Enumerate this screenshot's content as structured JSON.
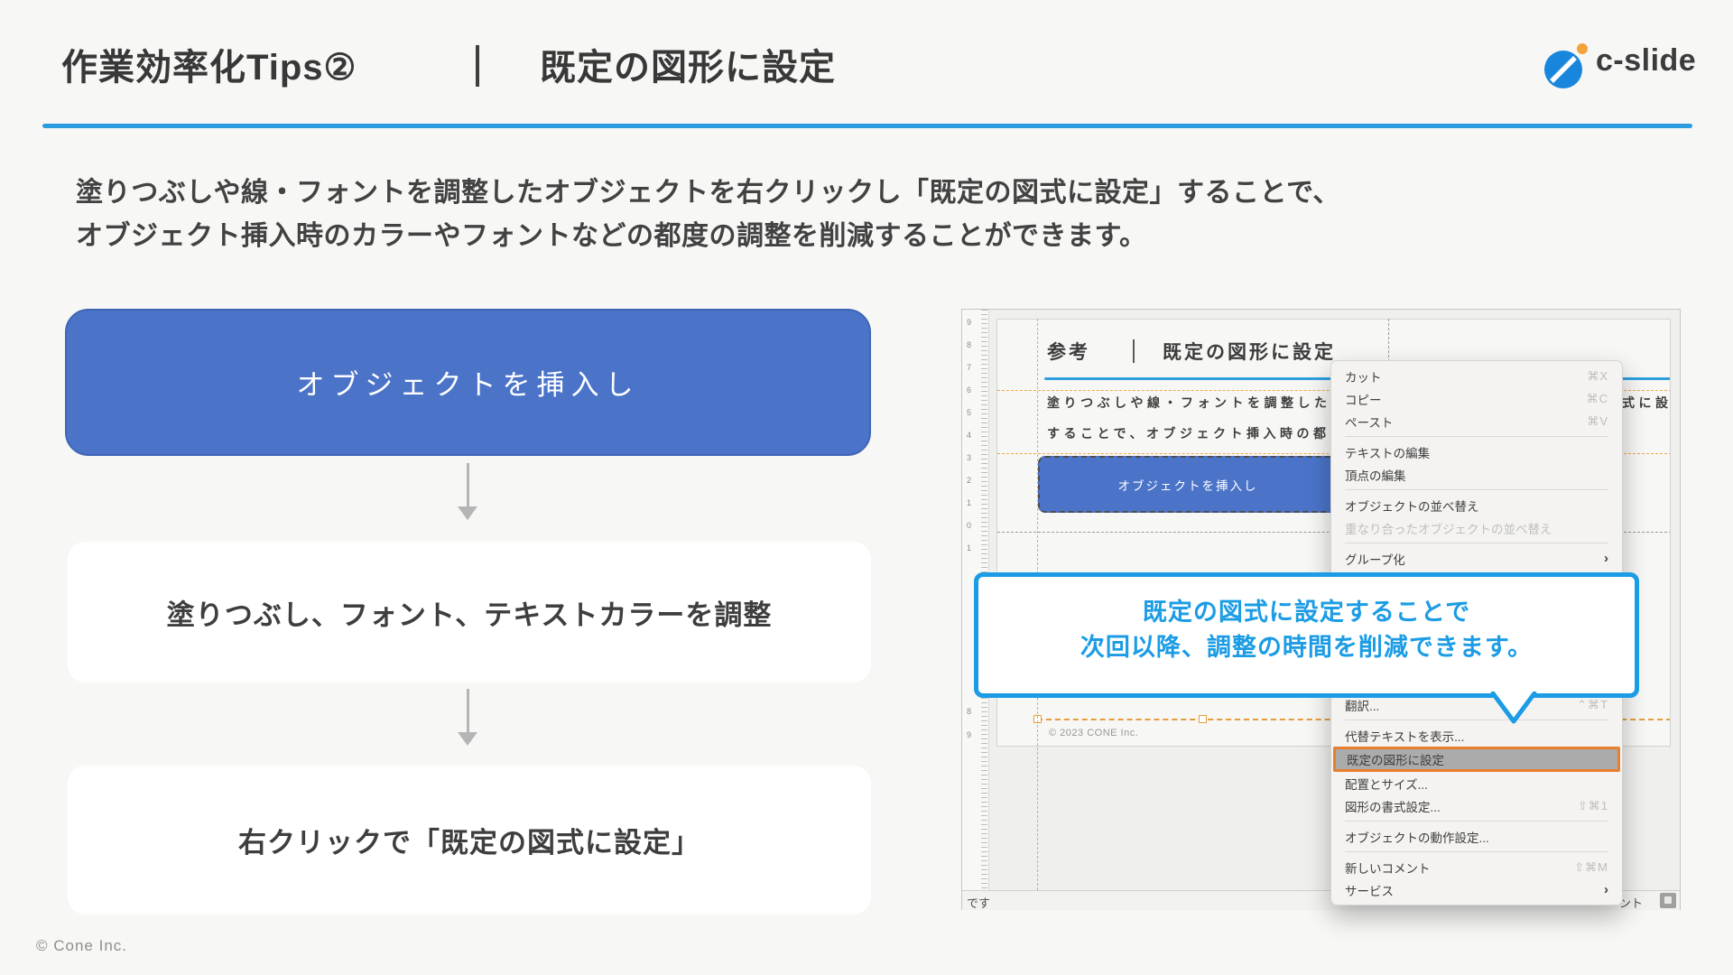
{
  "colors": {
    "accent_blue": "#2b9ce0",
    "flow_blue": "#4b74c9",
    "callout_blue": "#1b9ce4",
    "highlight_orange": "#e87f2e",
    "guide_orange": "#f0a848"
  },
  "header": {
    "title_left": "作業効率化Tips②",
    "title_right": "既定の図形に設定",
    "logo_text": "c-slide"
  },
  "intro": {
    "line1": "塗りつぶしや線・フォントを調整したオブジェクトを右クリックし「既定の図式に設定」することで、",
    "line2": "オブジェクト挿入時のカラーやフォントなどの都度の調整を削減することができます。"
  },
  "flow": {
    "step1": "オブジェクトを挿入し",
    "step2": "塗りつぶし、フォント、テキストカラーを調整",
    "step3": "右クリックで「既定の図式に設定」"
  },
  "screenshot": {
    "ruler": [
      {
        "label": "9"
      },
      {
        "label": "8"
      },
      {
        "label": "7"
      },
      {
        "label": "6"
      },
      {
        "label": "5"
      },
      {
        "label": "4"
      },
      {
        "label": "3"
      },
      {
        "label": "2"
      },
      {
        "label": "1"
      },
      {
        "label": "0"
      },
      {
        "label": "1"
      },
      {
        "label": "8"
      },
      {
        "label": "9"
      }
    ],
    "mini_slide": {
      "title_left": "参考",
      "title_right": "既定の図形に設定",
      "body_line1": "塗りつぶしや線・フォントを調整した",
      "body_line1_fragment": "式に設",
      "body_line2": "することで、オブジェクト挿入時の都",
      "box_label": "オブジェクトを挿入し",
      "copyright": "© 2023 CONE Inc."
    },
    "status_bar": {
      "left_text": "です",
      "right_fragment": "ント"
    },
    "context_menu": {
      "items": [
        {
          "label": "カット",
          "shortcut": "⌘X"
        },
        {
          "label": "コピー",
          "shortcut": "⌘C"
        },
        {
          "label": "ペースト",
          "shortcut": "⌘V"
        },
        {
          "label": "テキストの編集"
        },
        {
          "label": "頂点の編集"
        },
        {
          "label": "オブジェクトの並べ替え"
        },
        {
          "label": "重なり合ったオブジェクトの並べ替え"
        },
        {
          "label": "グループ化",
          "submenu": "›"
        },
        {
          "label": "翻訳...",
          "shortcut": "⌃⌘T"
        },
        {
          "label": "代替テキストを表示..."
        },
        {
          "label": "既定の図形に設定"
        },
        {
          "label": "配置とサイズ..."
        },
        {
          "label": "図形の書式設定...",
          "shortcut": "⇧⌘1"
        },
        {
          "label": "オブジェクトの動作設定..."
        },
        {
          "label": "新しいコメント",
          "shortcut": "⇧⌘M"
        },
        {
          "label": "サービス",
          "submenu": "›"
        }
      ]
    },
    "callout": {
      "line1": "既定の図式に設定することで",
      "line2": "次回以降、調整の時間を削減できます。"
    }
  },
  "footer": {
    "copyright": "© Cone Inc."
  }
}
